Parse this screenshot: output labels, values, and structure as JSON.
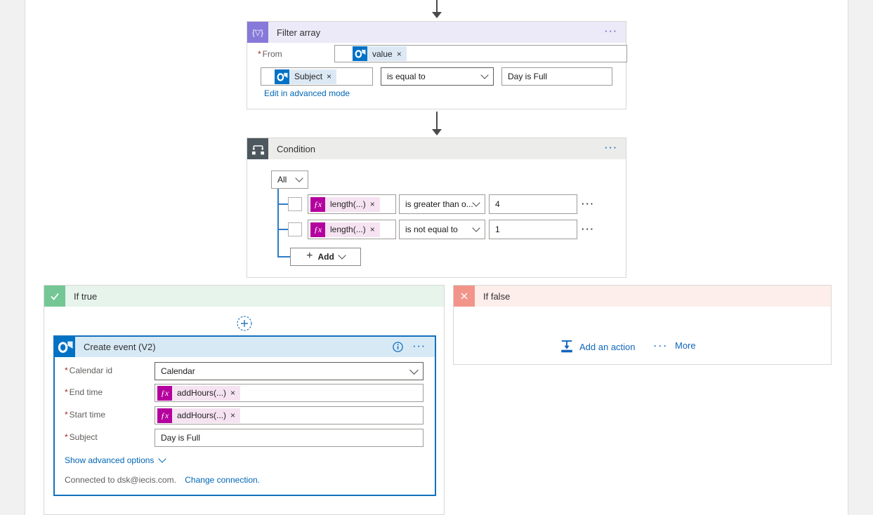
{
  "icons": {
    "required": "*",
    "close": "×",
    "ellipsis": "···",
    "filter_glyph": "{▽}",
    "fx": "ƒx",
    "plus": "+",
    "more_dots": "···"
  },
  "filter_array": {
    "title": "Filter array",
    "from_label": "From",
    "from_token": "value",
    "condition_row": {
      "field_token": "Subject",
      "operator": "is equal to",
      "value": "Day is Full"
    },
    "advanced_link": "Edit in advanced mode"
  },
  "condition": {
    "title": "Condition",
    "group_operator": "All",
    "rows": [
      {
        "token": "length(...)",
        "operator": "is greater than o...",
        "value": "4"
      },
      {
        "token": "length(...)",
        "operator": "is not equal to",
        "value": "1"
      }
    ],
    "add_label": "Add"
  },
  "if_true": {
    "title": "If true",
    "card": {
      "title": "Create event (V2)",
      "calendar_label": "Calendar id",
      "calendar_value": "Calendar",
      "end_time_label": "End time",
      "end_time_token": "addHours(...)",
      "start_time_label": "Start time",
      "start_time_token": "addHours(...)",
      "subject_label": "Subject",
      "subject_value": "Day is Full",
      "advanced_link": "Show advanced options",
      "connection_text": "Connected to dsk@iecis.com.",
      "change_connection_link": "Change connection."
    }
  },
  "if_false": {
    "title": "If false",
    "add_action_label": "Add an action",
    "more_label": "More"
  },
  "colors": {
    "outlook_blue": "#0072c6",
    "expression_magenta": "#b4009e",
    "filter_purple": "#8679d9",
    "condition_slate": "#4c575e",
    "success_green": "#74c795",
    "error_salmon": "#f2948a",
    "link_blue": "#0066b4",
    "selected_card_border": "#1271bd"
  }
}
